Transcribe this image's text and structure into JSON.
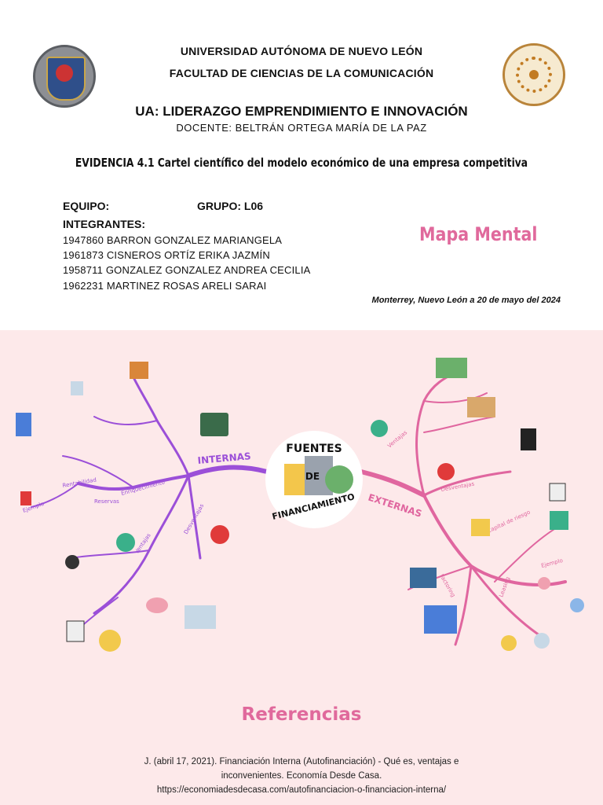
{
  "header": {
    "university": "UNIVERSIDAD AUTÓNOMA DE NUEVO LEÓN",
    "faculty": "FACULTAD DE CIENCIAS DE LA COMUNICACIÓN",
    "course": "UA: LIDERAZGO EMPRENDIMIENTO E INNOVACIÓN",
    "teacher": "DOCENTE: BELTRÁN ORTEGA MARÍA DE LA PAZ",
    "assignment": "EVIDENCIA 4.1 Cartel científico del modelo económico de una empresa competitiva"
  },
  "team": {
    "equipo_label": "EQUIPO:",
    "grupo_label": "GRUPO: L06",
    "integrantes_label": "INTEGRANTES:",
    "members": [
      "1947860 BARRON GONZALEZ MARIANGELA",
      "1961873  CISNEROS ORTÍZ ERIKA JAZMÍN",
      "1958711  GONZALEZ GONZALEZ ANDREA CECILIA",
      "1962231  MARTINEZ ROSAS ARELI SARAI"
    ]
  },
  "mapa_title": "Mapa Mental",
  "place_date": "Monterrey, Nuevo León a 20 de mayo del 2024",
  "mindmap": {
    "center_top": "FUENTES",
    "center_mid": "DE",
    "center_bottom": "FINANCIAMIENTO",
    "left_branch": "INTERNAS",
    "right_branch": "EXTERNAS",
    "left_sub": [
      "Enriquecimiento",
      "Ventajas",
      "Desventajas",
      "Ejemplo",
      "Reservas",
      "Rentabilidad"
    ],
    "right_sub": [
      "Ventajas",
      "Desventajas",
      "Ejemplo",
      "Factoring",
      "Leasing",
      "Capital de riesgo"
    ],
    "colors": {
      "left": "#9b4fd8",
      "right": "#e0669f"
    }
  },
  "references": {
    "title": "Referencias",
    "line1": "J. (abril 17, 2021). Financiación Interna (Autofinanciación) - Qué es, ventajas e",
    "line2": "inconvenientes. Economía Desde Casa.",
    "line3": "https://economiadesdecasa.com/autofinanciacion-o-financiacion-interna/"
  }
}
